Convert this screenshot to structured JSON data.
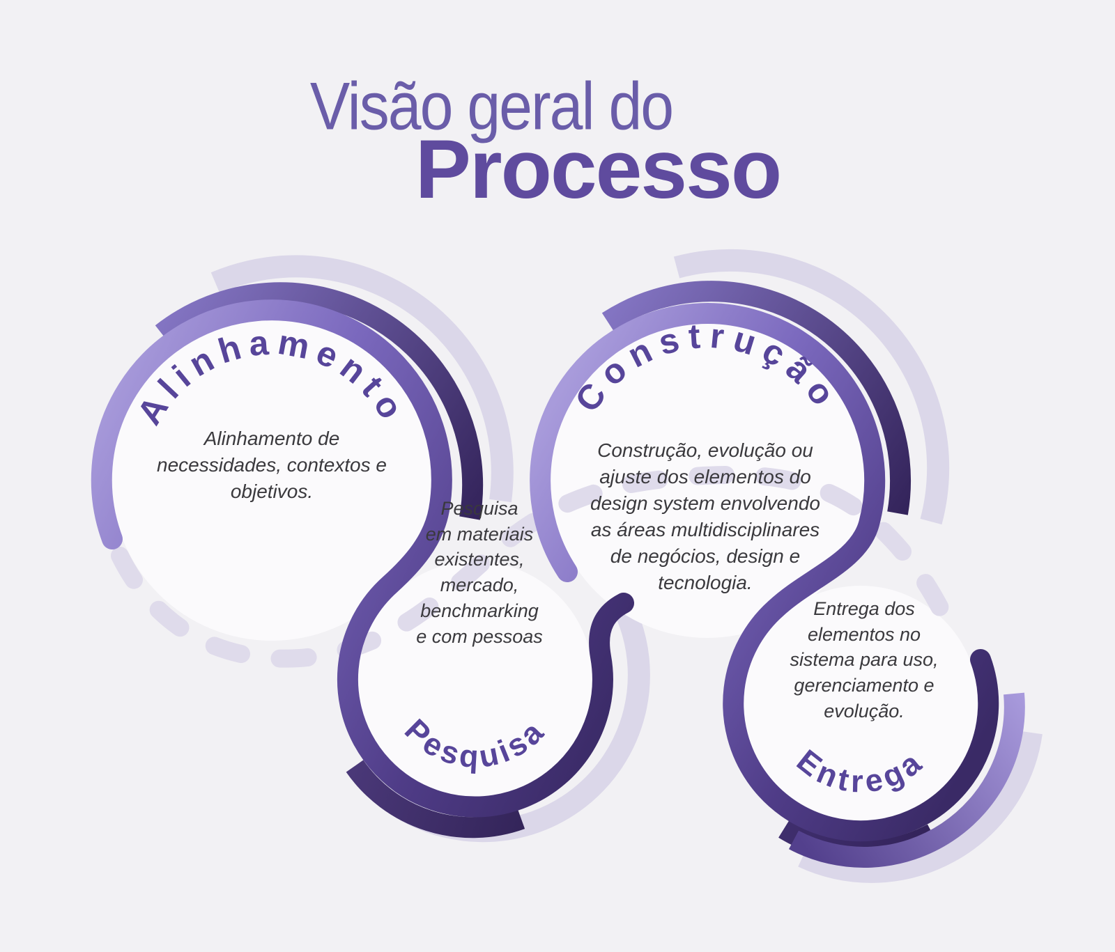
{
  "title": {
    "line1": "Visão geral do",
    "line2": "Processo"
  },
  "stages": [
    {
      "id": "alinhamento",
      "label": "Alinhamento",
      "description": "Alinhamento de\nnecessidades, contextos e\nobjetivos."
    },
    {
      "id": "pesquisa",
      "label": "Pesquisa",
      "description": "Pesquisa\nem materiais\nexistentes,\nmercado,\nbenchmarking\ne com pessoas"
    },
    {
      "id": "construcao",
      "label": "Construção",
      "description": "Construção, evolução ou\najuste dos elementos do\ndesign system envolvendo\nas áreas multidisciplinares\nde negócios, design e\ntecnologia."
    },
    {
      "id": "entrega",
      "label": "Entrega",
      "description": "Entrega dos\nelementos no\nsistema para uso,\ngerenciamento e\nevolução."
    }
  ],
  "colors": {
    "background": "#f2f1f4",
    "circle_fill": "#fbfafc",
    "title_light": "#6a5da9",
    "title_bold": "#5f4b9e",
    "label_purple": "#57459a",
    "description_text": "#3a393d",
    "ring_light": "#a89bdb",
    "ring_mid": "#7b69be",
    "ring_dark": "#4f3c87",
    "ring_darkest": "#3a2a66",
    "pale_echo": "#dbd7e9",
    "dash": "#dfdbeb"
  }
}
